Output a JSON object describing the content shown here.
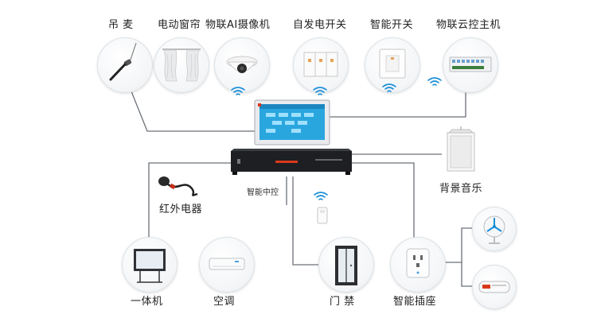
{
  "devices": {
    "mic": "吊 麦",
    "curtain": "电动窗帘",
    "camera": "物联AI摄像机",
    "self_power_switch": "自发电开关",
    "smart_switch": "智能开关",
    "iot_host": "物联云控主机",
    "music": "背景音乐",
    "ir": "红外电器",
    "controller": "智能中控",
    "all_in_one": "一体机",
    "aircon": "空调",
    "door": "门 禁",
    "smart_socket": "智能插座"
  },
  "colors": {
    "line": "#6b7178",
    "wifi": "#1a8fd8",
    "screen": "#2aa6df",
    "device_dark": "#1e1f22",
    "accent_red": "#d9391b"
  }
}
